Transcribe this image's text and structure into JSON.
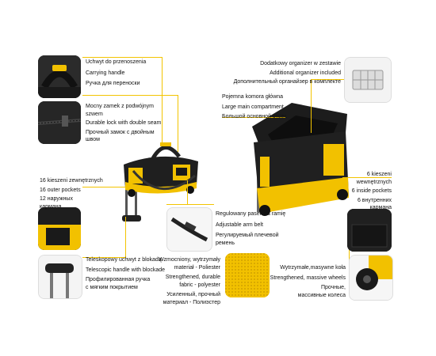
{
  "colors": {
    "accent": "#f3c400",
    "bag_black": "#1f1f1f",
    "bag_yellow": "#f2c100"
  },
  "callouts": {
    "carry_handle": [
      "Uchwyt do przenoszenia",
      "Carrying handle",
      "Ручка для переноски"
    ],
    "zipper": [
      "Mocny zamek z podwójnym",
      "szwem",
      "Durable lock with double seam",
      "Прочный замок с двойным",
      "швом"
    ],
    "pockets16": [
      "16 kieszeni zewnętrznych",
      "16 outer pockets",
      "12 наружных",
      "кармана"
    ],
    "telescopic": [
      "Teleskopowy uchwyt z blokadą",
      "Telescopic handle with blockade",
      "Профилированная ручка",
      "с мягким покрытием"
    ],
    "strap": [
      "Regulowany pasek na ramię",
      "Adjustable arm belt",
      "Регулируемый плечевой",
      "ремень"
    ],
    "fabric": [
      "Wzmocniony, wytrzymały",
      "materiał - Poliester",
      "Strengthened, durable",
      "fabric - polyester",
      "Усиленный, прочный",
      "материал - Полиэстер"
    ],
    "organizer": [
      "Dodatkowy organizer w zestawie",
      "Additional organizer included",
      "Дополнительный органайзер в комплекте"
    ],
    "main_compartment": [
      "Pojemna komora główna",
      "Large main compartment",
      "Большой основной отсек"
    ],
    "pockets6": [
      "6 kieszeni",
      "wewnętrznych",
      "6 inside pockets",
      "6 внутренних",
      "кармана"
    ],
    "wheels": [
      "Wytrzymałe,masywne koła",
      "Strengthened, massive wheels",
      "Прочные,",
      "массивные колеса"
    ]
  }
}
